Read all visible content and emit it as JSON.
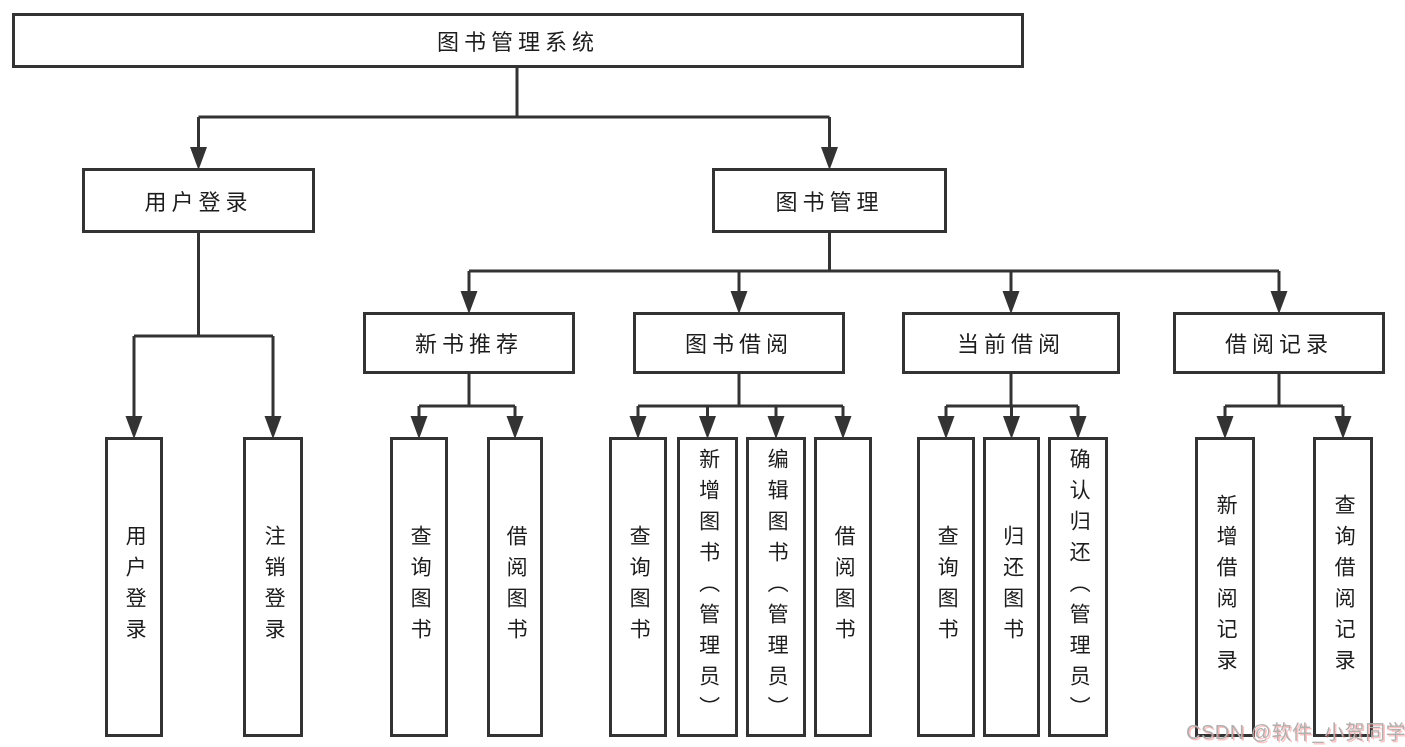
{
  "colors": {
    "line": "#333333",
    "box_border": "#333333",
    "text": "#1d1d1d",
    "background": "#ffffff",
    "watermark": "#b0b0b0",
    "watermark_tint": "#fa7878"
  },
  "tree": {
    "root": {
      "label": "图书管理系统"
    },
    "branches": [
      {
        "label": "用户登录",
        "children": [
          {
            "label": "用户登录"
          },
          {
            "label": "注销登录"
          }
        ]
      },
      {
        "label": "图书管理",
        "children": [
          {
            "label": "新书推荐",
            "children": [
              {
                "label": "查询图书"
              },
              {
                "label": "借阅图书"
              }
            ]
          },
          {
            "label": "图书借阅",
            "children": [
              {
                "label": "查询图书"
              },
              {
                "label": "新增图书（管理员）"
              },
              {
                "label": "编辑图书（管理员）"
              },
              {
                "label": "借阅图书"
              }
            ]
          },
          {
            "label": "当前借阅",
            "children": [
              {
                "label": "查询图书"
              },
              {
                "label": "归还图书"
              },
              {
                "label": "确认归还（管理员）"
              }
            ]
          },
          {
            "label": "借阅记录",
            "children": [
              {
                "label": "新增借阅记录"
              },
              {
                "label": "查询借阅记录"
              }
            ]
          }
        ]
      }
    ]
  },
  "watermark": {
    "text": "CSDN @软件_小贺同学"
  }
}
